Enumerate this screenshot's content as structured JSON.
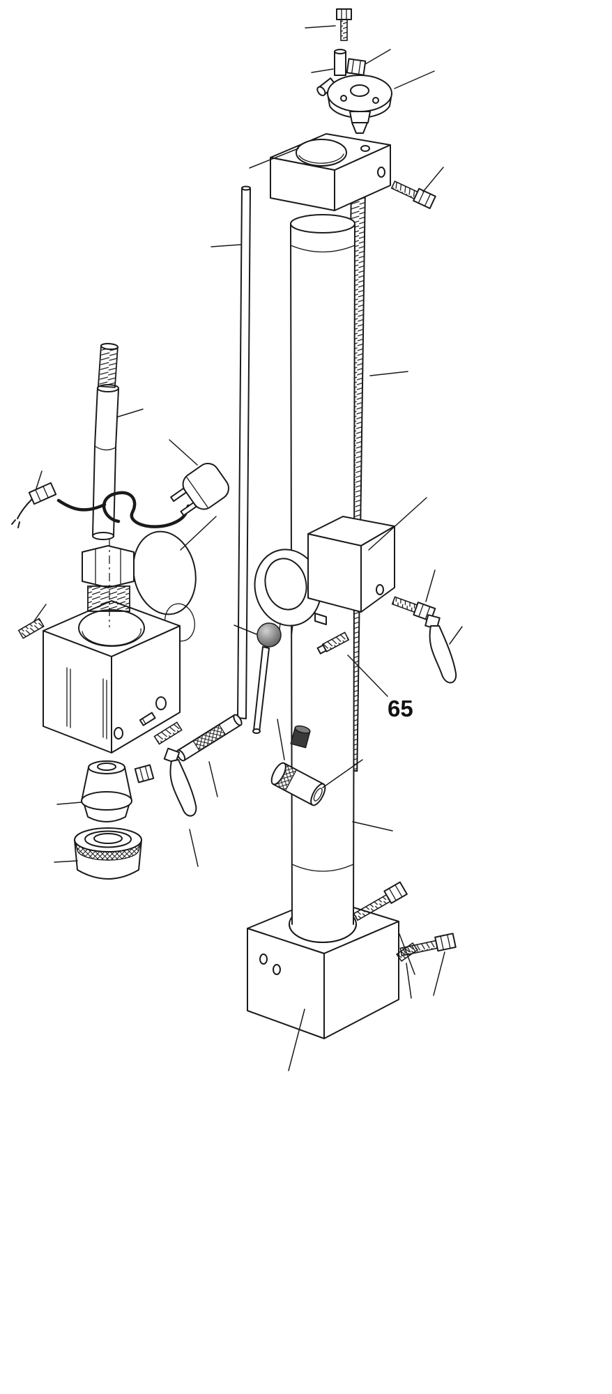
{
  "diagram": {
    "kind": "exploded-parts-line-drawing",
    "callout": {
      "text": "65"
    },
    "colors": {
      "background": "#ffffff",
      "line": "#1a1a1a",
      "ball_shade": "#8d8d8d",
      "cap_shade": "#3a3a3a"
    },
    "parts": [
      "top-screw",
      "pivot-pin",
      "hex-nut-top",
      "feed-knob",
      "top-bracket",
      "top-right-bolt",
      "depth-rod",
      "lead-screw",
      "column",
      "carriage",
      "carriage-bolt",
      "clamp-lever-right",
      "feed-ball-handle",
      "set-stud",
      "spindle-stud",
      "spindle-shaft",
      "power-cord",
      "power-plug",
      "signal-cable",
      "threaded-bushing",
      "seal-ring",
      "mount-block",
      "roll-pin",
      "tiny-screw",
      "spring",
      "knurled-pin",
      "hex-nut-small",
      "clamp-lever-left",
      "collet",
      "ring-nut",
      "plug-cap",
      "adjuster-sleeve",
      "base-bracket",
      "base-bolt-a",
      "base-bolt-b",
      "base-set-screw"
    ]
  }
}
